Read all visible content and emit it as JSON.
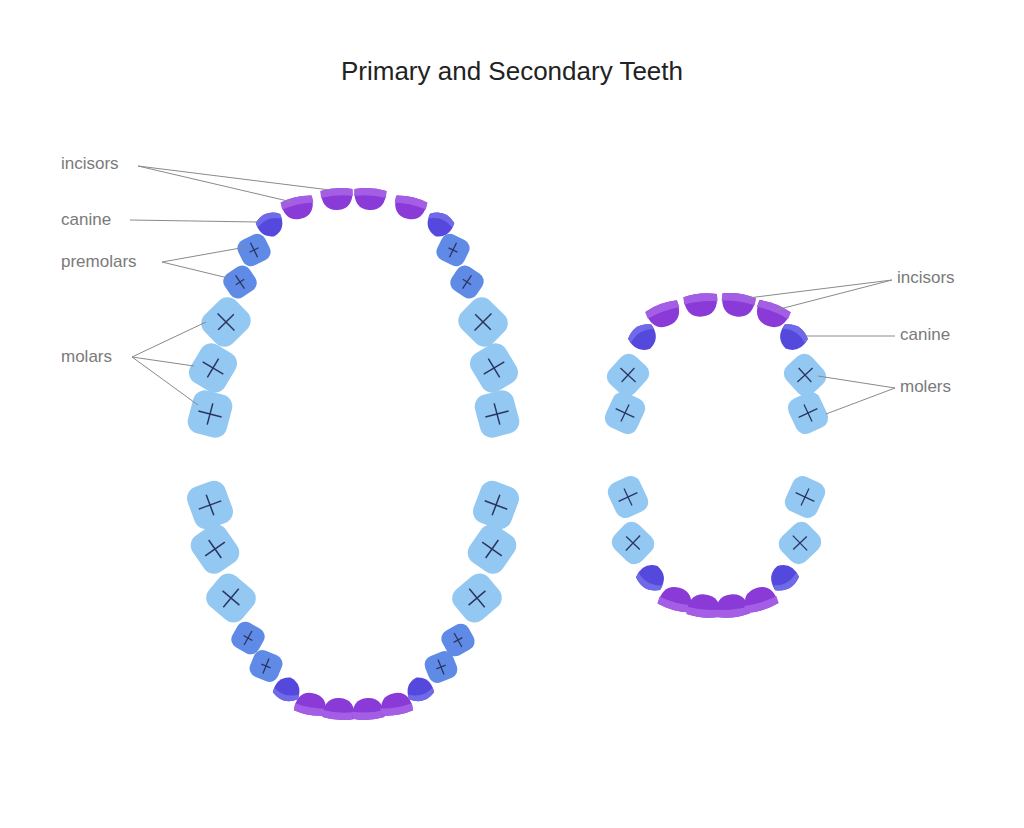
{
  "diagram": {
    "title": "Primary and Secondary Teeth",
    "labels": [
      "incisors",
      "canine",
      "premolars",
      "molars",
      "incisors",
      "canine",
      "molers"
    ]
  }
}
